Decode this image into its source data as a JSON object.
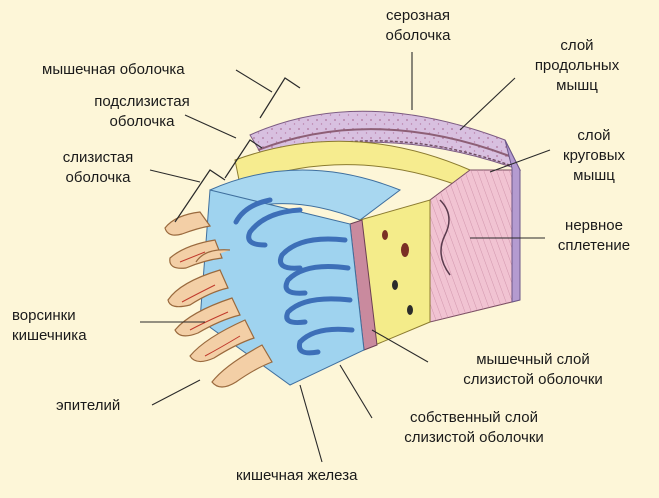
{
  "labels": {
    "serous": [
      "серозная",
      "оболочка"
    ],
    "muscular_coat": [
      "мышечная оболочка"
    ],
    "submucosa": [
      "подслизистая",
      "оболочка"
    ],
    "mucosa": [
      "слизистая",
      "оболочка"
    ],
    "longitudinal": [
      "слой",
      "продольных",
      "мышц"
    ],
    "circular": [
      "слой",
      "круговых",
      "мышц"
    ],
    "plexus": [
      "нервное",
      "сплетение"
    ],
    "villi": [
      "ворсинки",
      "кишечника"
    ],
    "epithelium": [
      "эпителий"
    ],
    "muscularis_mucosae": [
      "мышечный слой",
      "слизистой оболочки"
    ],
    "lamina_propria": [
      "собственный слой",
      "слизистой оболочки"
    ],
    "gland": [
      "кишечная железа"
    ]
  },
  "colors": {
    "background": "#fdf6d8",
    "serosa_top": "#d9c2e2",
    "longitudinal_band": "#e8c3cf",
    "circular_band": "#f2c7d3",
    "submucosa": "#f4ec8a",
    "mucosa": "#9fd3ef",
    "villi": "#f3cfa6",
    "gland": "#3d6fb8",
    "leader": "#2a2a2a"
  }
}
